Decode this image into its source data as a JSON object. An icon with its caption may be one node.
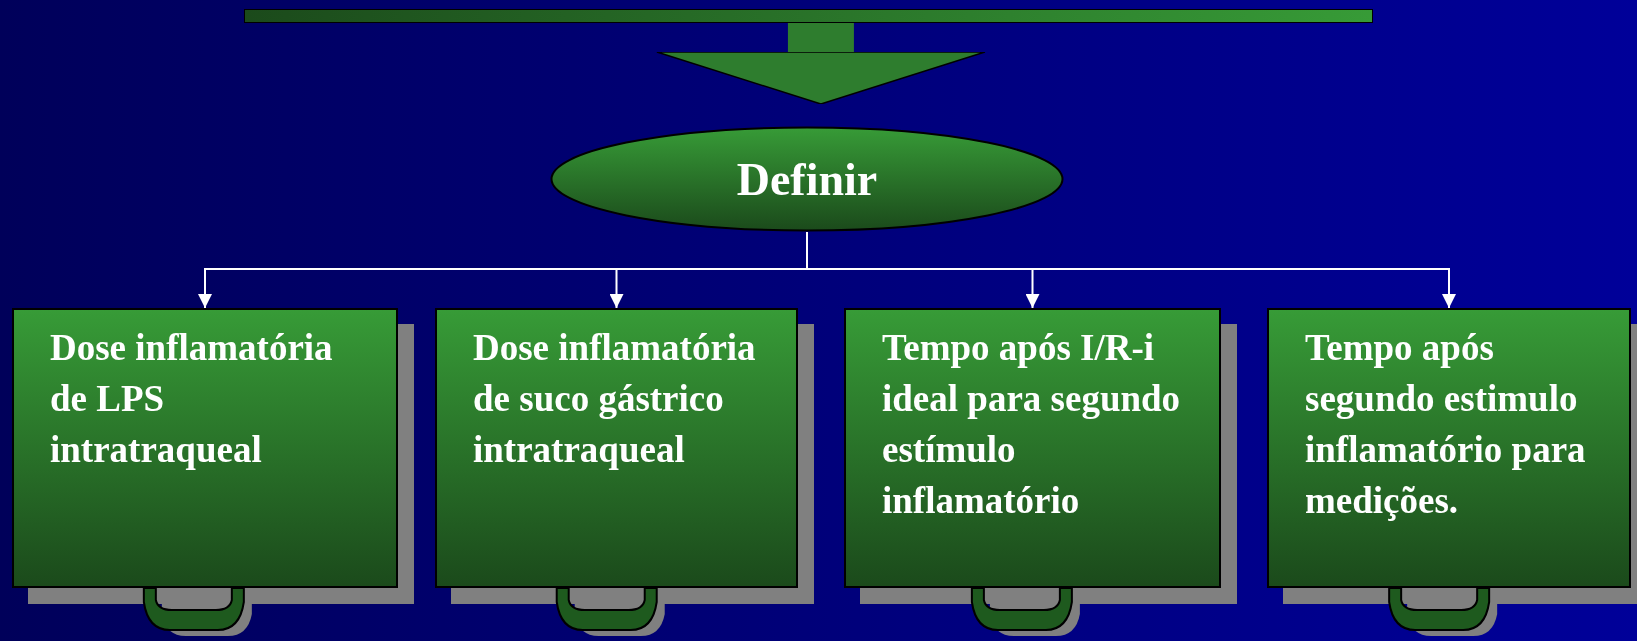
{
  "diagram": {
    "nodes": [
      {
        "text": [],
        "shape": "bar"
      },
      {
        "text": [
          "Definir"
        ]
      },
      {
        "text": [
          "Dose inflamatória de LPS intratraqueal"
        ]
      },
      {
        "text": [
          "Dose inflamatória de suco gástrico intratraqueal"
        ]
      },
      {
        "text": [
          "Tempo após I/R-i ideal para segundo estímulo inflamatório"
        ]
      },
      {
        "text": [
          "Tempo após segundo estimulo inflamatório para medições."
        ]
      }
    ],
    "edges": [
      {
        "from": 0,
        "to": 1,
        "arrow": "to",
        "style": "thick",
        "color": "#2e7d2e"
      },
      {
        "from": 1,
        "to": 2,
        "arrow": "to"
      },
      {
        "from": 1,
        "to": 3,
        "arrow": "to"
      },
      {
        "from": 1,
        "to": 4,
        "arrow": "to"
      },
      {
        "from": 1,
        "to": 5,
        "arrow": "to"
      }
    ]
  }
}
